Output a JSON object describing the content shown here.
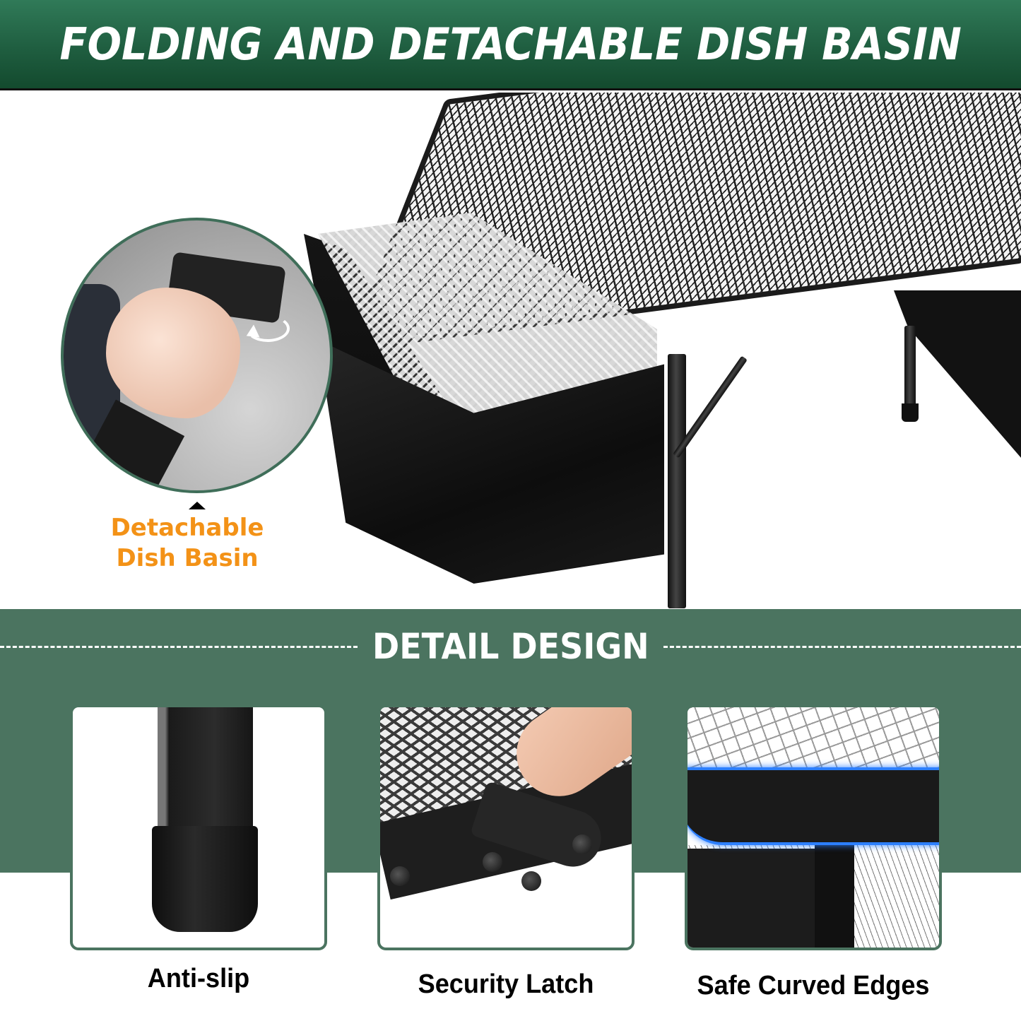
{
  "header": {
    "title": "FOLDING AND DETACHABLE DISH BASIN",
    "background_color": "#1f5e40",
    "text_color": "#ffffff"
  },
  "hero": {
    "product": "folding mesh camping table with detachable dish basin",
    "callout": {
      "line1": "Detachable",
      "line2": "Dish Basin",
      "color": "#f39217"
    },
    "zoom_circle": {
      "border_color": "#3f6e59",
      "depiction": "hand detaching basin strap with rotate arrow"
    }
  },
  "detail_section": {
    "title": "DETAIL DESIGN",
    "band_color": "#4b7460",
    "cards": [
      {
        "label": "Anti-slip",
        "depiction": "table leg with rubber foot cap"
      },
      {
        "label": "Security Latch",
        "depiction": "finger pressing folding latch"
      },
      {
        "label": "Safe Curved Edges",
        "depiction": "rounded table corner highlighted blue"
      }
    ]
  }
}
